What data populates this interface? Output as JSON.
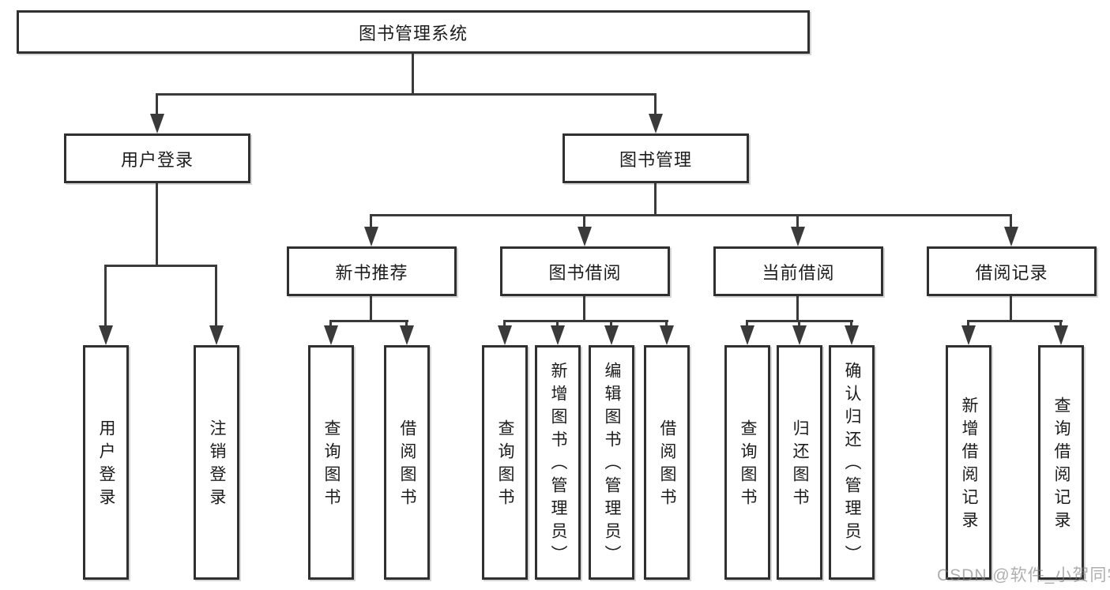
{
  "tree": {
    "root": "图书管理系统",
    "user_login": {
      "label": "用户登录",
      "children": [
        "用户登录",
        "注销登录"
      ]
    },
    "book_management": {
      "label": "图书管理",
      "children": [
        {
          "label": "新书推荐",
          "children": [
            "查询图书",
            "借阅图书"
          ]
        },
        {
          "label": "图书借阅",
          "children": [
            "查询图书",
            "新增图书（管理员）",
            "编辑图书（管理员）",
            "借阅图书"
          ]
        },
        {
          "label": "当前借阅",
          "children": [
            "查询图书",
            "归还图书",
            "确认归还（管理员）"
          ]
        },
        {
          "label": "借阅记录",
          "children": [
            "新增借阅记录",
            "查询借阅记录"
          ]
        }
      ]
    }
  },
  "watermark": "CSDN @软件_小贺同学",
  "colors": {
    "line": "#3a3a3a",
    "box_border": "#303030",
    "text": "#1c1c1c",
    "watermark": "#7d7d7d",
    "background": "#ffffff"
  }
}
